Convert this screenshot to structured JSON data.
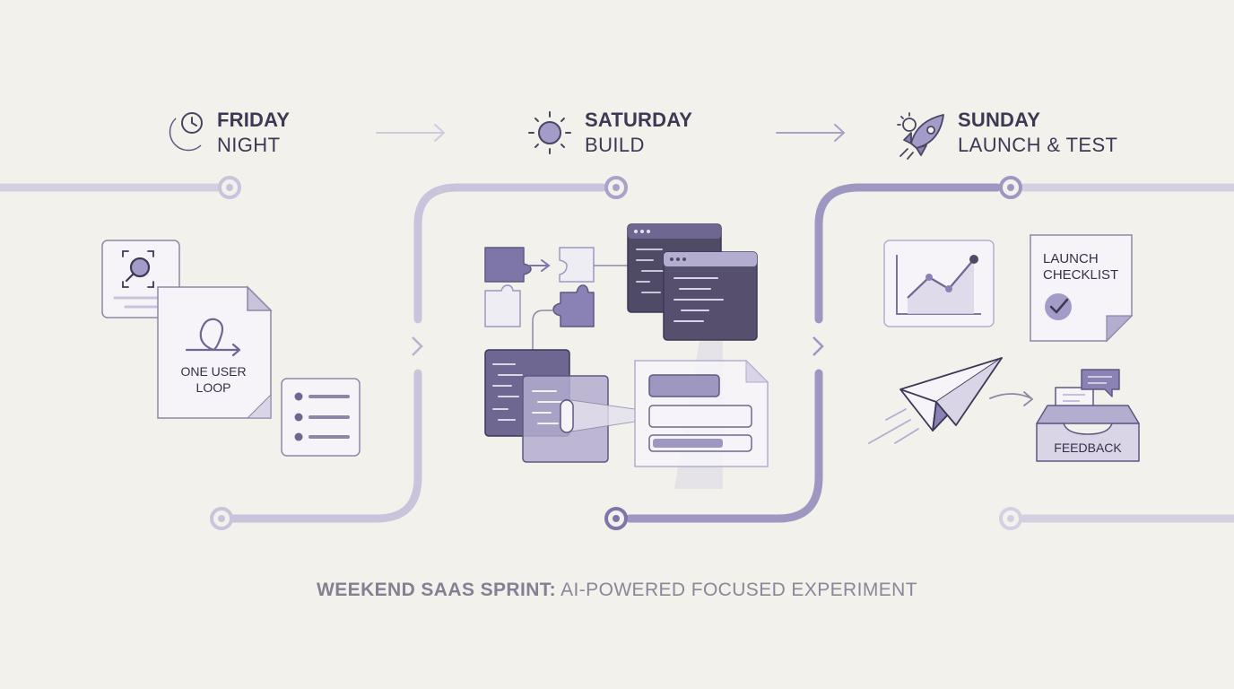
{
  "days": [
    {
      "title": "FRIDAY",
      "subtitle": "NIGHT",
      "icon": "moon-clock-icon"
    },
    {
      "title": "SATURDAY",
      "subtitle": "BUILD",
      "icon": "sun-icon"
    },
    {
      "title": "SUNDAY",
      "subtitle": "LAUNCH & TEST",
      "icon": "rocket-icon"
    }
  ],
  "friday": {
    "card_label_line1": "ONE USER",
    "card_label_line2": "LOOP"
  },
  "sunday": {
    "checklist_line1": "LAUNCH",
    "checklist_line2": "CHECKLIST",
    "inbox_label": "FEEDBACK"
  },
  "footer": {
    "bold": "WEEKEND SAAS SPRINT:",
    "rest": " AI-POWERED FOCUSED EXPERIMENT"
  },
  "colors": {
    "accent": "#7e76a8",
    "accent_light": "#c9c4dc",
    "dark": "#56506e",
    "background": "#f3f1ec",
    "text": "#3d3854"
  }
}
